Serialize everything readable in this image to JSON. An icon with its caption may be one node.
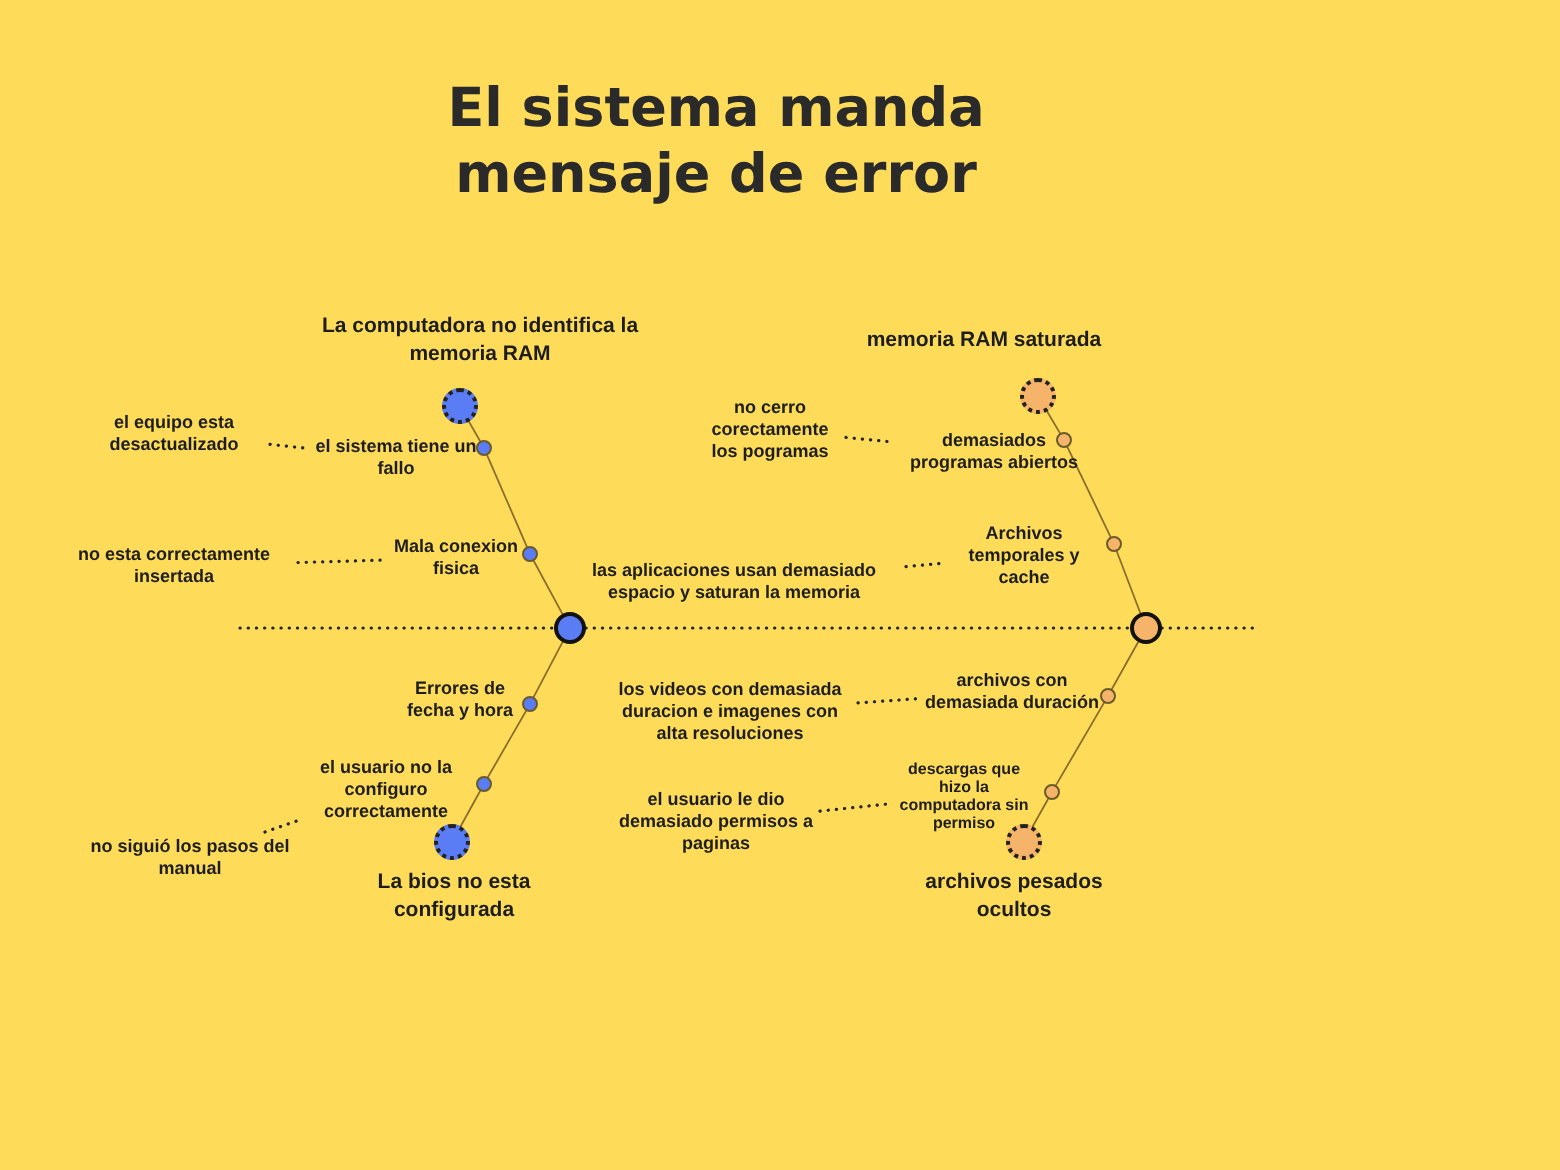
{
  "diagram": {
    "title": "El sistema manda mensaje de error",
    "nodes": [
      {
        "text": [],
        "shape": "circle",
        "beside": [
          "La computadora no identifica la memoria RAM"
        ]
      },
      {
        "text": [
          "el equipo esta desactualizado"
        ]
      },
      {
        "text": [
          "el sistema tiene un fallo"
        ]
      },
      {
        "text": [],
        "shape": "circle"
      },
      {
        "text": [
          "no esta correctamente insertada"
        ]
      },
      {
        "text": [
          "Mala conexion fisica"
        ]
      },
      {
        "text": [],
        "shape": "circle"
      },
      {
        "text": [],
        "shape": "circle",
        "beside": [
          "memoria RAM saturada"
        ]
      },
      {
        "text": [
          "no cerro corectamente los pogramas"
        ]
      },
      {
        "text": [
          "demasiados programas abiertos"
        ]
      },
      {
        "text": [],
        "shape": "circle"
      },
      {
        "text": [
          "las aplicaciones usan demasiado espacio y saturan la memoria"
        ]
      },
      {
        "text": [
          "Archivos temporales y cache"
        ]
      },
      {
        "text": [],
        "shape": "circle"
      },
      {
        "text": [],
        "shape": "circle"
      },
      {
        "text": [],
        "shape": "circle"
      },
      {
        "text": [
          "Errores de fecha y hora"
        ]
      },
      {
        "text": [],
        "shape": "circle"
      },
      {
        "text": [
          "el usuario no la configuro correctamente"
        ]
      },
      {
        "text": [],
        "shape": "circle"
      },
      {
        "text": [
          "no siguió los pasos del manual"
        ]
      },
      {
        "text": [],
        "shape": "circle",
        "beside": [
          "La bios no esta configurada"
        ]
      },
      {
        "text": [
          "los videos con demasiada duracion e imagenes con alta resoluciones"
        ]
      },
      {
        "text": [
          "archivos con demasiada duración"
        ]
      },
      {
        "text": [],
        "shape": "circle"
      },
      {
        "text": [
          "el usuario le dio demasiado permisos a paginas"
        ]
      },
      {
        "text": [
          "descargas que hizo la computadora sin permiso"
        ]
      },
      {
        "text": [],
        "shape": "circle"
      },
      {
        "text": [],
        "shape": "circle",
        "beside": [
          "archivos pesados ocultos"
        ]
      }
    ],
    "edges": [
      {
        "from": null,
        "to": 14,
        "arrow": "none",
        "style": "dashed",
        "color": "#222222"
      },
      {
        "from": 14,
        "to": 15,
        "arrow": "none",
        "style": "dashed",
        "color": "#222222"
      },
      {
        "from": 15,
        "to": null,
        "arrow": "none",
        "style": "dashed",
        "color": "#222222"
      },
      {
        "from": 0,
        "to": 3,
        "arrow": "none"
      },
      {
        "from": 3,
        "to": 6,
        "arrow": "none"
      },
      {
        "from": 6,
        "to": 14,
        "arrow": "none"
      },
      {
        "from": 7,
        "to": 10,
        "arrow": "none"
      },
      {
        "from": 10,
        "to": 13,
        "arrow": "none"
      },
      {
        "from": 13,
        "to": 15,
        "arrow": "none"
      },
      {
        "from": 14,
        "to": 17,
        "arrow": "none"
      },
      {
        "from": 17,
        "to": 19,
        "arrow": "none"
      },
      {
        "from": 19,
        "to": 21,
        "arrow": "none"
      },
      {
        "from": 15,
        "to": 24,
        "arrow": "none"
      },
      {
        "from": 24,
        "to": 27,
        "arrow": "none"
      },
      {
        "from": 27,
        "to": 28,
        "arrow": "none"
      },
      {
        "from": 1,
        "to": 2,
        "arrow": "none",
        "style": "dashed",
        "color": "#222222"
      },
      {
        "from": 4,
        "to": 5,
        "arrow": "none",
        "style": "dashed",
        "color": "#222222"
      },
      {
        "from": 8,
        "to": 9,
        "arrow": "none",
        "style": "dashed",
        "color": "#222222"
      },
      {
        "from": 11,
        "to": 12,
        "arrow": "none",
        "style": "dashed",
        "color": "#222222"
      },
      {
        "from": 20,
        "to": 18,
        "arrow": "none",
        "style": "dashed",
        "color": "#222222"
      },
      {
        "from": 22,
        "to": 23,
        "arrow": "none",
        "style": "dashed",
        "color": "#222222"
      },
      {
        "from": 25,
        "to": 26,
        "arrow": "none",
        "style": "dashed",
        "color": "#222222"
      }
    ]
  }
}
